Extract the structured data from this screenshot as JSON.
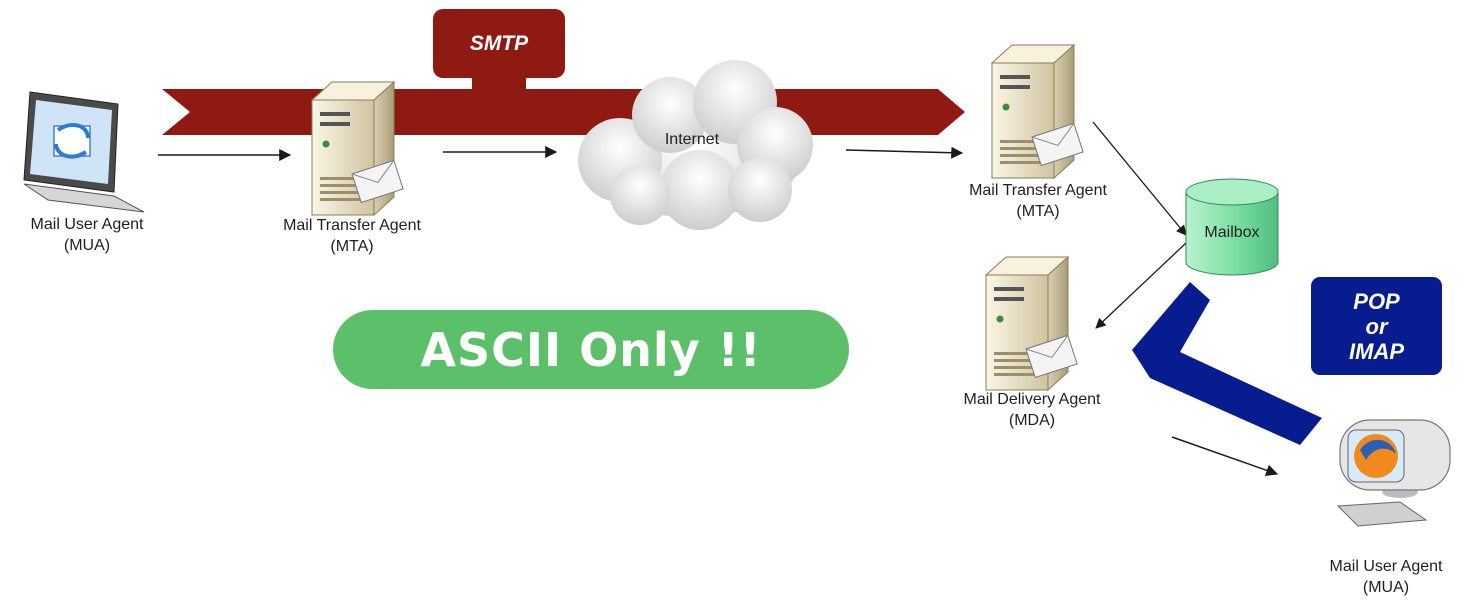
{
  "badges": {
    "smtp": "SMTP",
    "pop_line1": "POP",
    "pop_line2": "or",
    "pop_line3": "IMAP",
    "ascii": "ASCII  Only !!"
  },
  "nodes": {
    "mua_sender": {
      "name": "Mail User Agent",
      "abbr": "(MUA)"
    },
    "mta_sender": {
      "name": "Mail Transfer Agent",
      "abbr": "(MTA)"
    },
    "internet": "Internet",
    "mta_receiver": {
      "name": "Mail Transfer Agent",
      "abbr": "(MTA)"
    },
    "mailbox": "Mailbox",
    "mda": {
      "name": "Mail Delivery Agent",
      "abbr": "(MDA)"
    },
    "mua_receiver": {
      "name": "Mail User Agent",
      "abbr": "(MUA)"
    }
  },
  "colors": {
    "smtp_arrow": "#8f1a12",
    "pop_arrow": "#071d8f",
    "ascii_badge": "#5cbf6a",
    "mailbox": "#7fe0a6",
    "server_body": "#efe7cf"
  }
}
